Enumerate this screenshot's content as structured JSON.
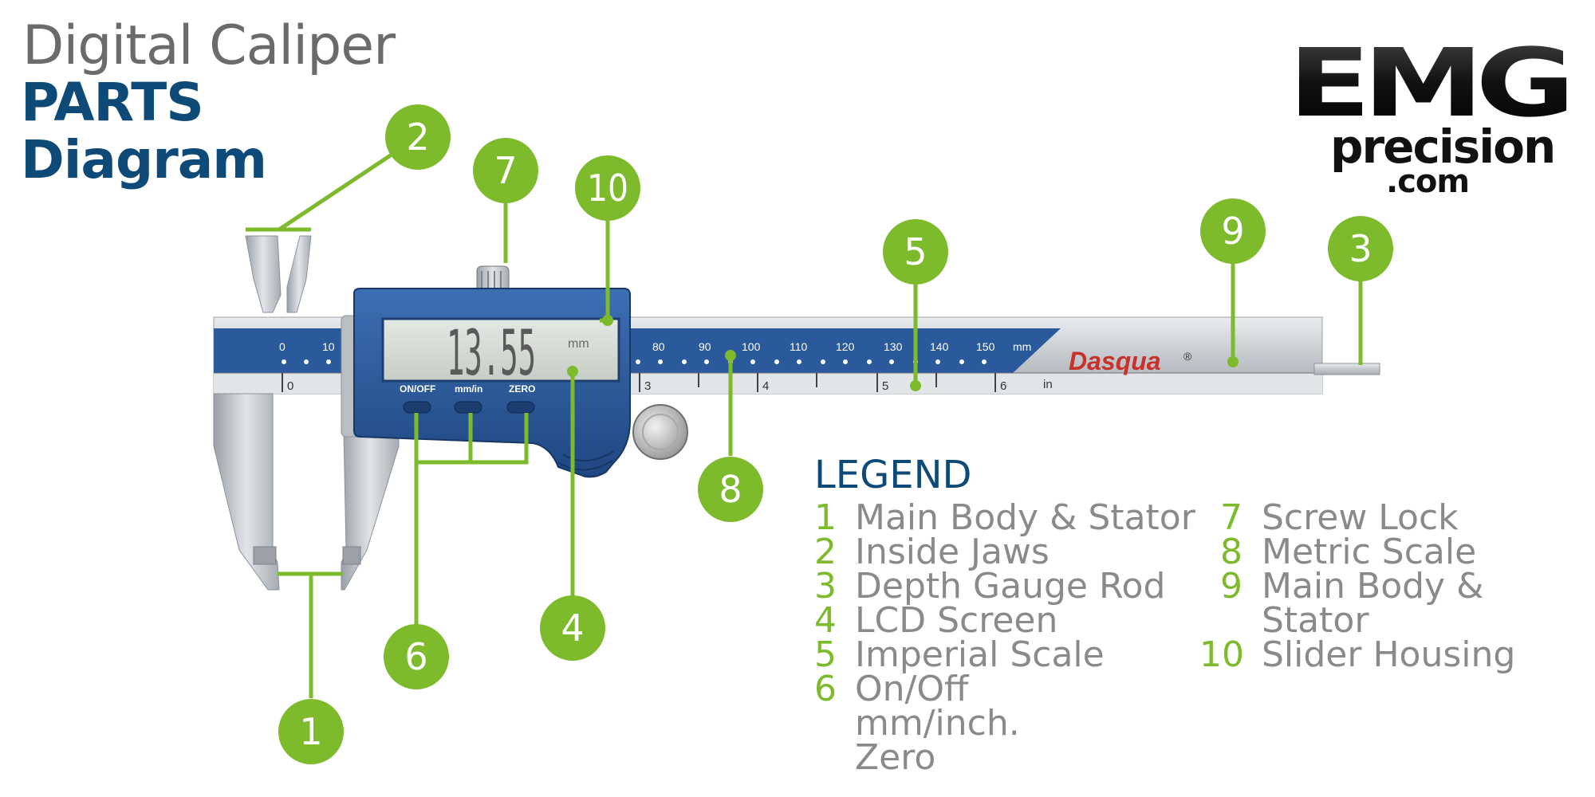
{
  "title": {
    "line1": "Digital Caliper",
    "line2": "PARTS",
    "line3": "Diagram"
  },
  "logo": {
    "mark": "EMG",
    "line1": "precision",
    "line2": ".com"
  },
  "caliper": {
    "display_value": "13.55",
    "display_unit": "mm",
    "brand": "Dasqua",
    "brand_mark": "®",
    "buttons": [
      "ON/OFF",
      "mm/in",
      "ZERO"
    ],
    "metric_labels": [
      "0",
      "10",
      "80",
      "90",
      "100",
      "110",
      "120",
      "130",
      "140",
      "150",
      "mm"
    ],
    "imperial_labels": [
      "0",
      "3",
      "4",
      "5",
      "6",
      "in"
    ]
  },
  "callouts": [
    "1",
    "2",
    "3",
    "4",
    "5",
    "6",
    "7",
    "8",
    "9",
    "10"
  ],
  "legend": {
    "title": "LEGEND",
    "items": [
      {
        "num": "1",
        "lines": [
          "Main Body & Stator"
        ]
      },
      {
        "num": "2",
        "lines": [
          "Inside Jaws"
        ]
      },
      {
        "num": "3",
        "lines": [
          "Depth Gauge Rod"
        ]
      },
      {
        "num": "4",
        "lines": [
          "LCD Screen"
        ]
      },
      {
        "num": "5",
        "lines": [
          "Imperial Scale"
        ]
      },
      {
        "num": "6",
        "lines": [
          "On/Off",
          "mm/inch.",
          "Zero"
        ]
      },
      {
        "num": "7",
        "lines": [
          "Screw Lock"
        ]
      },
      {
        "num": "8",
        "lines": [
          "Metric Scale"
        ]
      },
      {
        "num": "9",
        "lines": [
          "Main Body &",
          "Stator"
        ]
      },
      {
        "num": "10",
        "lines": [
          "Slider Housing"
        ]
      }
    ]
  },
  "colors": {
    "callout_green": "#7dbb2c",
    "title_blue": "#0e4a78",
    "caliper_blue": "#2a5a9c",
    "steel": "#c9ced3",
    "legend_gray": "#8a8a8a"
  }
}
